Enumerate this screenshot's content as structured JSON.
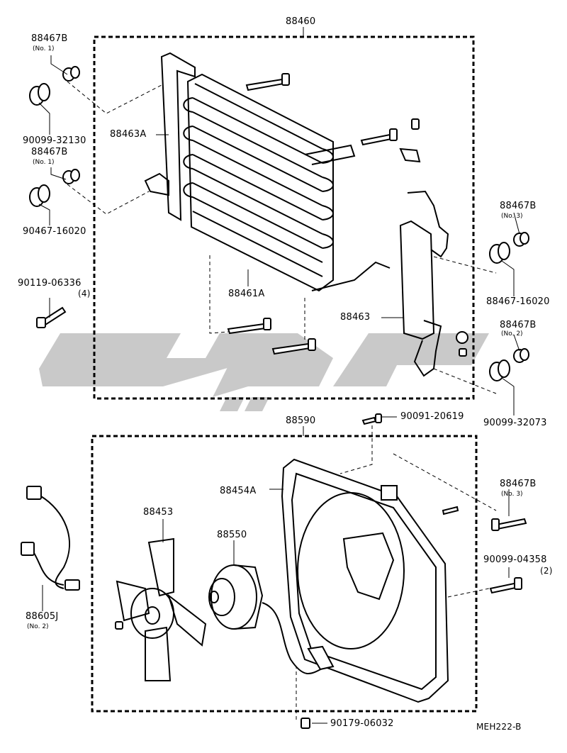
{
  "diagram_code": "MEH222-B",
  "upper_assembly": {
    "part": "88460"
  },
  "lower_assembly": {
    "part": "88590"
  },
  "callouts": [
    {
      "id": "c1",
      "part": "88467B",
      "note": "(No. 1)"
    },
    {
      "id": "c2",
      "part": "90099-32130",
      "note": ""
    },
    {
      "id": "c3",
      "part": "88467B",
      "note": "(No. 1)"
    },
    {
      "id": "c4",
      "part": "90467-16020",
      "note": ""
    },
    {
      "id": "c5",
      "part": "90119-06336",
      "note": "(4)"
    },
    {
      "id": "c6",
      "part": "88463A",
      "note": ""
    },
    {
      "id": "c7",
      "part": "88461A",
      "note": ""
    },
    {
      "id": "c8",
      "part": "88463",
      "note": ""
    },
    {
      "id": "c9",
      "part": "88467B",
      "note": "(No. 3)"
    },
    {
      "id": "c10",
      "part": "88467-16020",
      "note": ""
    },
    {
      "id": "c11",
      "part": "88467B",
      "note": "(No. 2)"
    },
    {
      "id": "c12",
      "part": "90099-32073",
      "note": ""
    },
    {
      "id": "c13",
      "part": "90091-20619",
      "note": ""
    },
    {
      "id": "c14",
      "part": "88454A",
      "note": ""
    },
    {
      "id": "c15",
      "part": "88453",
      "note": ""
    },
    {
      "id": "c16",
      "part": "88550",
      "note": ""
    },
    {
      "id": "c17",
      "part": "88467B",
      "note": "(No. 3)"
    },
    {
      "id": "c18",
      "part": "90099-04358",
      "note": "(2)"
    },
    {
      "id": "c19",
      "part": "88605J",
      "note": "(No. 2)"
    },
    {
      "id": "c20",
      "part": "90179-06032",
      "note": ""
    }
  ]
}
